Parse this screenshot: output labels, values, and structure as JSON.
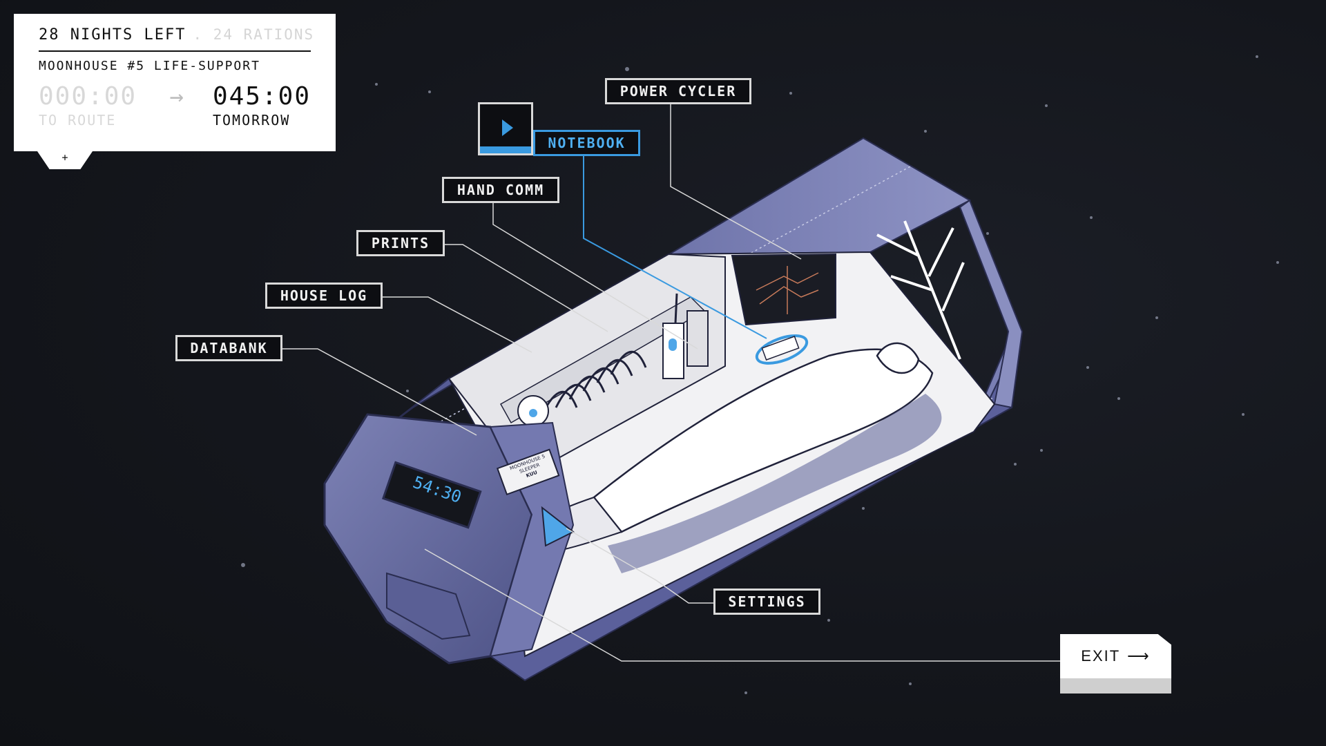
{
  "status": {
    "nights_left": "28 NIGHTS LEFT",
    "rations": ". 24 RATIONS",
    "house": "MOONHOUSE #5 LIFE-SUPPORT",
    "route_time": "000:00",
    "route_caption": "TO ROUTE",
    "tomorrow_time": "045:00",
    "tomorrow_caption": "TOMORROW",
    "arrow_icon": "arrow-right-icon",
    "tab_symbol": "+"
  },
  "callouts": {
    "power_cycler": "POWER CYCLER",
    "notebook": "NOTEBOOK",
    "hand_comm": "HAND COMM",
    "prints": "PRINTS",
    "house_log": "HOUSE LOG",
    "databank": "DATABANK",
    "settings": "SETTINGS"
  },
  "capsule": {
    "timer": "54:30",
    "plaque_line1": "MOONHOUSE 5",
    "plaque_line2": "SLEEPER",
    "plaque_name": "KUU"
  },
  "exit": {
    "label": "EXIT",
    "icon": "long-arrow-right-icon"
  },
  "colors": {
    "accent": "#3a9ae0",
    "background": "#14161c",
    "hull": "#6b6fa8"
  }
}
